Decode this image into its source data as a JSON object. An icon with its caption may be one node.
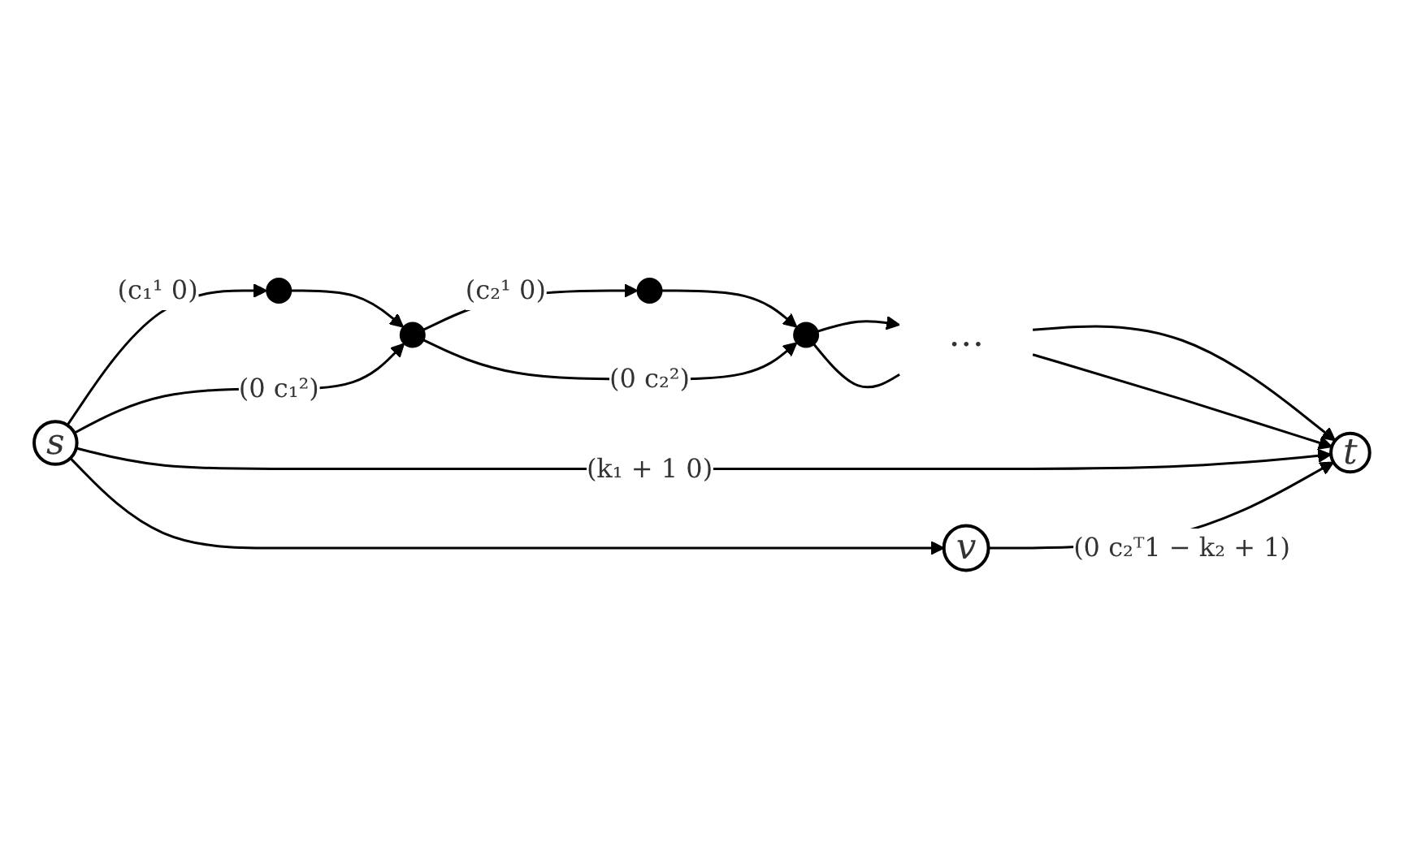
{
  "diagram": {
    "nodes": [
      {
        "text": [
          "s"
        ]
      },
      {
        "text": [],
        "shape": "circle"
      },
      {
        "text": [],
        "shape": "circle"
      },
      {
        "text": [],
        "shape": "circle"
      },
      {
        "text": [],
        "shape": "circle"
      },
      {
        "text": [
          "…"
        ]
      },
      {
        "text": [
          "t"
        ]
      },
      {
        "text": [
          "v"
        ]
      }
    ],
    "edges": [
      {
        "from": 0,
        "to": 1,
        "arrow": "to",
        "label": "(c₁¹ 0)"
      },
      {
        "from": 1,
        "to": 2,
        "arrow": "to"
      },
      {
        "from": 0,
        "to": 2,
        "arrow": "to",
        "label": "(0 c₁²)"
      },
      {
        "from": 2,
        "to": 3,
        "arrow": "to",
        "label": "(c₂¹ 0)"
      },
      {
        "from": 3,
        "to": 4,
        "arrow": "to"
      },
      {
        "from": 2,
        "to": 4,
        "arrow": "to",
        "label": "(0 c₂²)"
      },
      {
        "from": 4,
        "to": 5,
        "arrow": "to"
      },
      {
        "from": 4,
        "to": 5,
        "arrow": "none"
      },
      {
        "from": 5,
        "to": 6,
        "arrow": "to"
      },
      {
        "from": 5,
        "to": 6,
        "arrow": "to"
      },
      {
        "from": 0,
        "to": 6,
        "arrow": "to",
        "label": "(k₁ + 1 0)"
      },
      {
        "from": 0,
        "to": 7,
        "arrow": "to"
      },
      {
        "from": 7,
        "to": 6,
        "arrow": "to",
        "label": "(0 c₂ᵀ1 − k₂ + 1)"
      }
    ]
  }
}
